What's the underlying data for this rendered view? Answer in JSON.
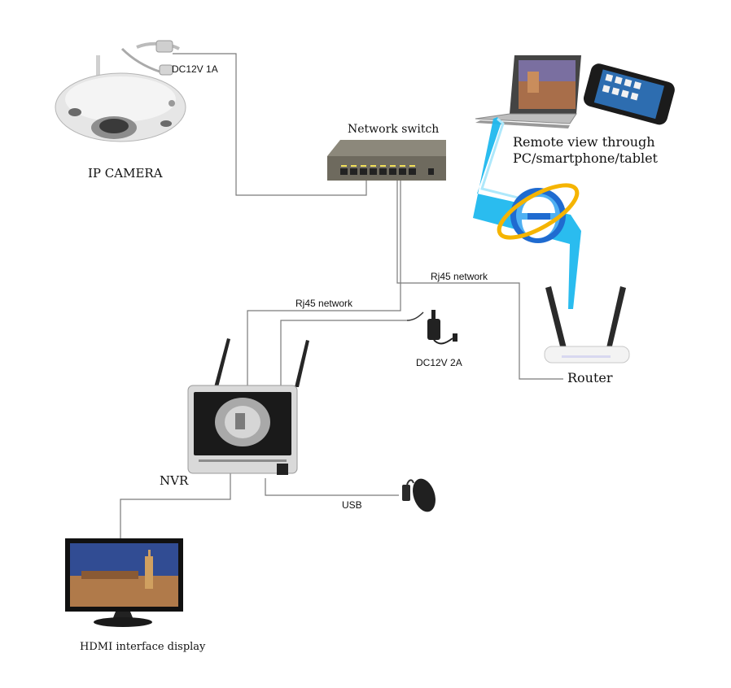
{
  "labels": {
    "ip_camera": "IP CAMERA",
    "camera_power": "DC12V 1A",
    "network_switch": "Network switch",
    "remote_view": "Remote view through",
    "remote_view_2": "PC/smartphone/tablet",
    "rj45_router": "Rj45 network",
    "rj45_nvr": "Rj45 network",
    "nvr_power": "DC12V 2A",
    "router": "Router",
    "nvr": "NVR",
    "usb": "USB",
    "hdmi_display": "HDMI interface display"
  },
  "colors": {
    "wire": "#777777",
    "internet_bolt": "#1fb8ee",
    "switch_body": "#6e6a5e",
    "monitor_frame": "#111111"
  }
}
